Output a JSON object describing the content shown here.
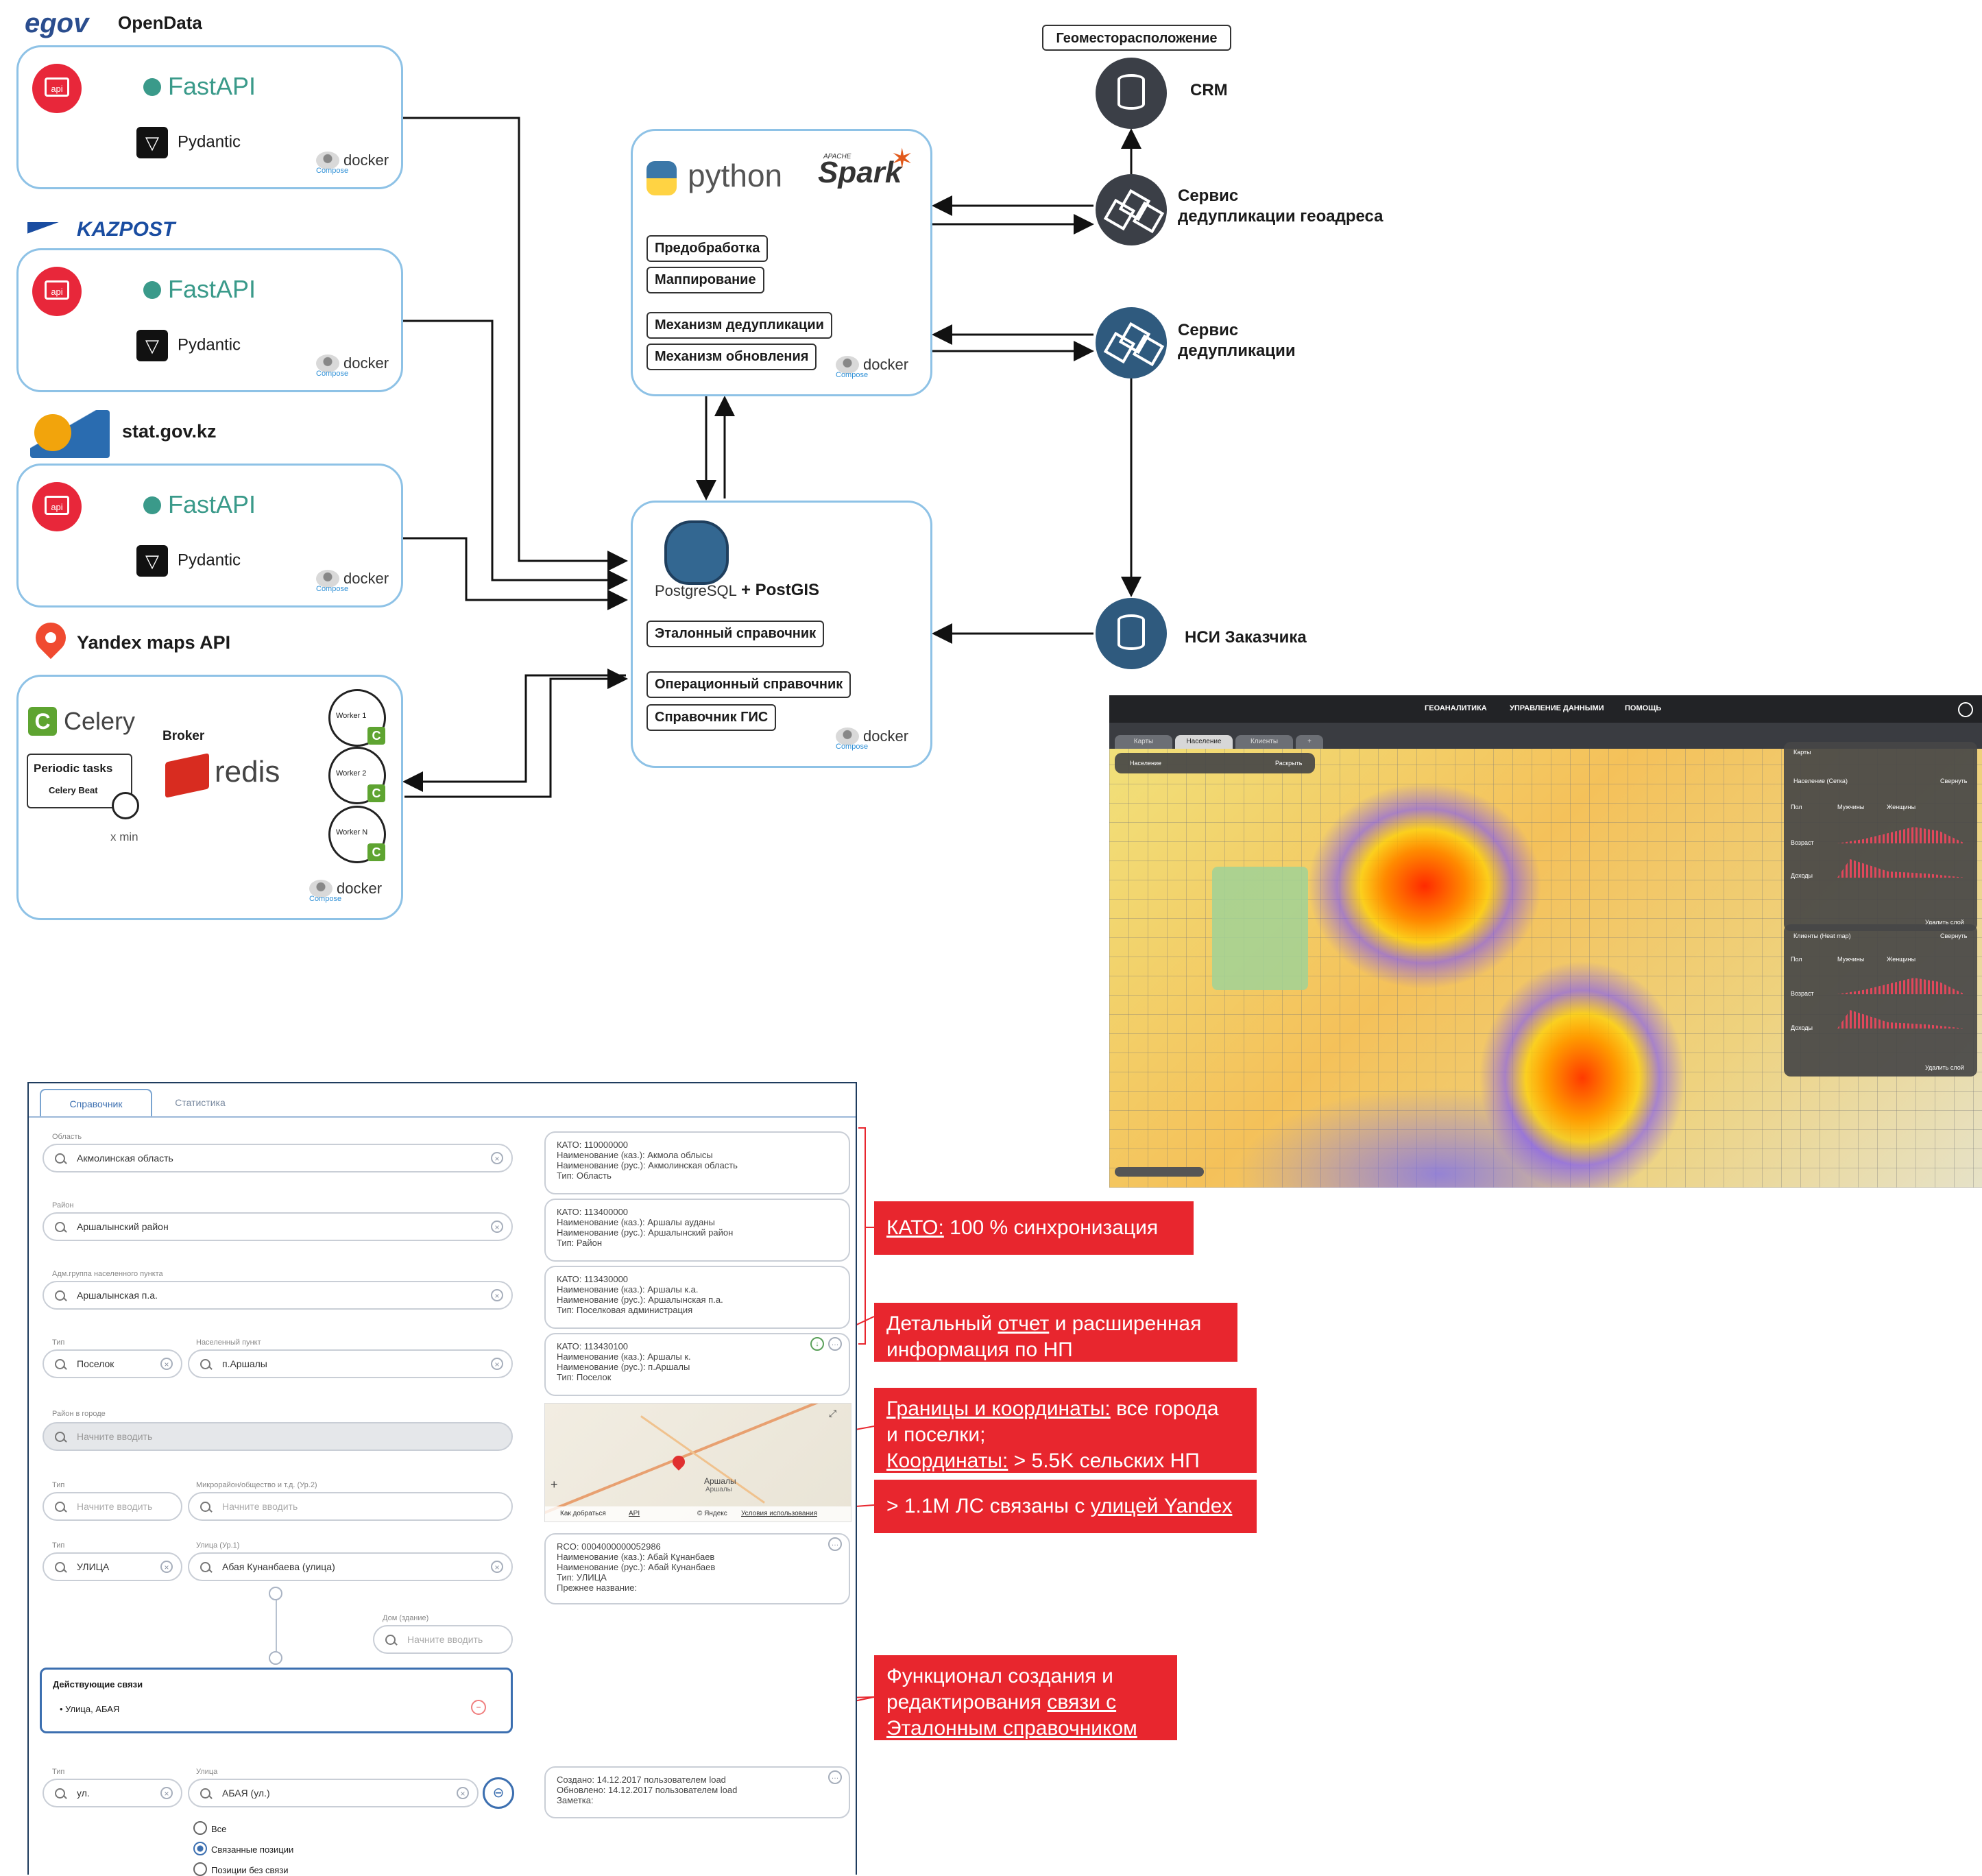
{
  "sources": {
    "egov": {
      "logo": "egov",
      "label": "OpenData"
    },
    "kazpost": {
      "logo": "KAZPOST"
    },
    "stat": {
      "label": "stat.gov.kz"
    },
    "yandex": {
      "label": "Yandex maps API"
    }
  },
  "collector": {
    "api_badge": "api",
    "fastapi": "FastAPI",
    "pydantic": "Pydantic",
    "docker": "docker",
    "docker_sub": "Compose"
  },
  "celery": {
    "logo": "Celery",
    "broker": "Broker",
    "redis": "redis",
    "periodic": "Periodic tasks",
    "beat": "Celery Beat",
    "interval": "x min",
    "workers": [
      "Worker 1",
      "Worker 2",
      "Worker N"
    ]
  },
  "processing": {
    "python": "python",
    "spark_top": "APACHE",
    "spark": "Spark",
    "steps": [
      "Предобработка",
      "Маппирование",
      "Механизм дедупликации",
      "Механизм обновления"
    ]
  },
  "storage": {
    "postgres": "PostgreSQL",
    "postgis": "+ PostGIS",
    "tables": [
      "Эталонный справочник",
      "Операционный справочник",
      "Справочник ГИС"
    ]
  },
  "services": {
    "geo_tag": "Геоместорасположение",
    "crm": "CRM",
    "geo_dedup": [
      "Сервис",
      "дедупликации геоадреса"
    ],
    "dedup": [
      "Сервис",
      "дедупликации"
    ],
    "nsi": "НСИ Заказчика"
  },
  "heatmap": {
    "nav": [
      "ГЕОАНАЛИТИКА",
      "УПРАВЛЕНИЕ ДАННЫМИ",
      "ПОМОЩЬ"
    ],
    "tabs": [
      "Карты",
      "Население",
      "Клиенты",
      "+"
    ],
    "left_panel": "Население",
    "left_panel_action": "Раскрыть",
    "panel_maps": "Карты",
    "panel_grid": "Население (Сетка)",
    "panel_heat": "Клиенты (Heat map)",
    "panel_collapse": "Свернуть",
    "labels": [
      "Пол",
      "Возраст",
      "Доходы"
    ],
    "gender": [
      "Мужчины",
      "Женщины"
    ],
    "delete_layer": "Удалить слой"
  },
  "form": {
    "tabs": [
      "Справочник",
      "Статистика"
    ],
    "rows": [
      {
        "label": "Область",
        "value": "Акмолинская область"
      },
      {
        "label": "Район",
        "value": "Аршалынский район"
      },
      {
        "label": "Адм.группа населенного пункта",
        "value": "Аршалынская п.а."
      }
    ],
    "type_label": "Тип",
    "type_value": "Поселок",
    "settlement_label": "Населенный пункт",
    "settlement_value": "п.Аршалы",
    "district_label": "Район в городе",
    "placeholder": "Начните вводить",
    "micro_label": "Микрорайон/общество и т.д. (Ур.2)",
    "street_type": "УЛИЦА",
    "street_label": "Улица (Ур.1)",
    "street_value": "Абая Кунанбаева (улица)",
    "house_label": "Дом (здание)",
    "links_title": "Действующие связи",
    "links_item": "• Улица, АБАЯ",
    "bottom_type": "ул.",
    "bottom_street_label": "Улица",
    "bottom_street": "АБАЯ (ул.)",
    "radios": [
      "Все",
      "Связанные позиции",
      "Позиции без связи"
    ],
    "info_cards": [
      [
        "КАТО: 110000000",
        "Наименование (каз.): Акмола облысы",
        "Наименование (рус.): Акмолинская область",
        "Тип: Область"
      ],
      [
        "КАТО: 113400000",
        "Наименование (каз.): Аршалы ауданы",
        "Наименование (рус.): Аршалынский район",
        "Тип: Район"
      ],
      [
        "КАТО: 113430000",
        "Наименование (каз.): Аршалы к.а.",
        "Наименование (рус.): Аршалынская п.а.",
        "Тип: Поселковая администрация"
      ],
      [
        "КАТО: 113430100",
        "Наименование (каз.): Аршалы к.",
        "Наименование (рус.): п.Аршалы",
        "Тип: Поселок"
      ],
      [
        "RCO: 0004000000052986",
        "Наименование (каз.): Абай Кұнанбаев",
        "Наименование (рус.): Абай Кунанбаев",
        "Тип: УЛИЦА",
        "Прежнее название:"
      ],
      [
        "Создано: 14.12.2017 пользователем load",
        "Обновлено: 14.12.2017 пользователем load",
        "Заметка:"
      ]
    ],
    "map_place": "Аршалы",
    "map_place2": "Аршалы",
    "map_route": "Как добраться",
    "map_api": "API",
    "map_copy": "© Яндекс",
    "map_terms": "Условия использования"
  },
  "callouts": {
    "c1_a": "КАТО:",
    "c1_b": " 100 % синхронизация",
    "c2_a": "Детальный ",
    "c2_b": "отчет",
    "c2_c": " и расширенная",
    "c2_d": "информация по НП",
    "c3_a": "Границы и координаты:",
    "c3_b": " все города",
    "c3_c": "и поселки;",
    "c3_d": "Координаты:",
    "c3_e": " > 5.5K сельских НП",
    "c4_a": "> 1.1М ЛС связаны с ",
    "c4_b": "улицей Yandex",
    "c5_a": "Функционал создания и",
    "c5_b": "редактирования ",
    "c5_c": "связи с",
    "c5_d": "Эталонным справочником"
  }
}
